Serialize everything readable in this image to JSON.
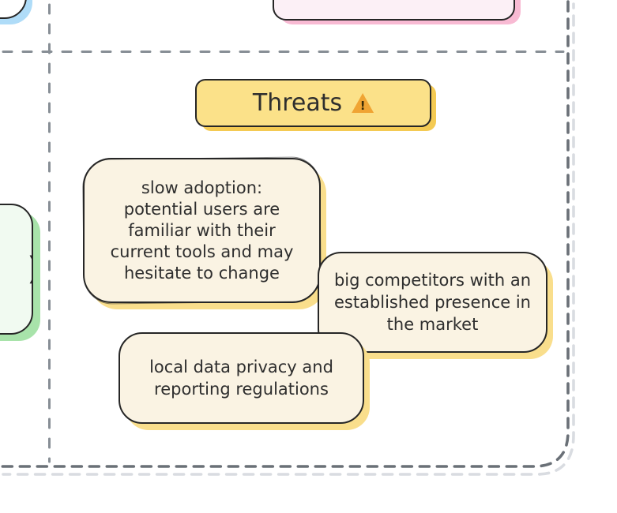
{
  "board": {
    "quadrant_label": "Threats",
    "warning_char": "!",
    "notes": [
      {
        "text": "slow adoption:\npotential users are\nfamiliar with their\ncurrent tools and may\nhesitate to change"
      },
      {
        "text": "big competitors with an\nestablished presence in\nthe market"
      },
      {
        "text": "local data privacy and\nreporting regulations"
      }
    ],
    "partial_left_note_text": ")"
  },
  "colors": {
    "ink": "#262626",
    "text_dark": "#2e2e2e",
    "note_fill": "#faf3e3",
    "note_shadow": "#f9de8c",
    "header_fill": "#fbe189",
    "header_shadow": "#f4ca53",
    "warning_orange": "#f0a433",
    "pink_fill": "#fcf0f6",
    "pink_shadow": "#f8bad3",
    "blue_shadow": "#afdcf8",
    "green_fill": "#f1faf1",
    "green_shadow": "#a8e3aa",
    "divider_gray": "#878e95",
    "container_dark": "#6a7077",
    "container_light": "#d9dce1"
  }
}
